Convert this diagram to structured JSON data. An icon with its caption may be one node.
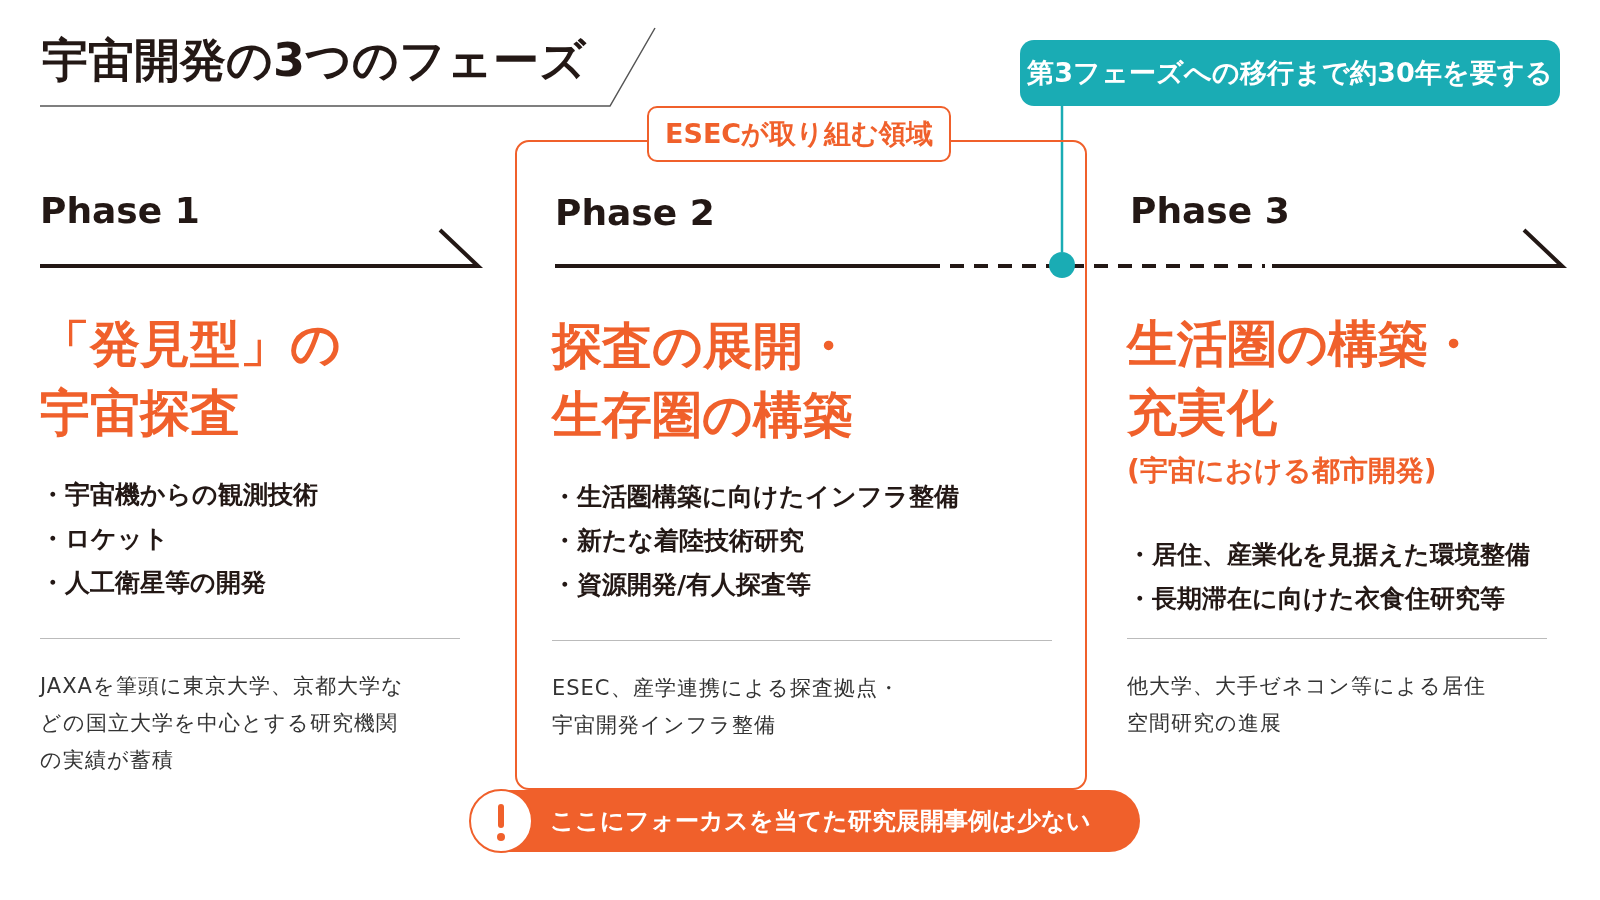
{
  "diagram": {
    "title": "宇宙開発の3つのフェーズ",
    "nodes": [
      {
        "text": [
          "「発見型」の宇宙探査",
          "・宇宙機からの観測技術",
          "・ロケット",
          "・人工衛星等の開発",
          "JAXAを筆頭に東京大学、京都大学などの国立大学を中心とする研究機関の実績が蓄積"
        ]
      },
      {
        "text": [
          "ESECが取り組む領域"
        ]
      },
      {
        "text": [
          "探査の展開・生存圏の構築",
          "・生活圏構築に向けたインフラ整備",
          "・新たな着陸技術研究",
          "・資源開発/有人探査等",
          "ESEC、産学連携による探査拠点・宇宙開発インフラ整備"
        ],
        "in": 1
      },
      {
        "text": [
          "ここにフォーカスを当てた研究展開事例は少ない"
        ]
      },
      {
        "text": [
          "生活圏の構築・充実化",
          "(宇宙における都市開発)",
          "・居住、産業化を見据えた環境整備",
          "・長期滞在に向けた衣食住研究等",
          "他大学、大手ゼネコン等による居住空間研究の進展"
        ]
      },
      {
        "text": [
          "第3フェーズへの移行まで約30年を要する"
        ]
      },
      {
        "text": [],
        "shape": "circle",
        "in": 1
      }
    ],
    "edges": [
      {
        "from": 5,
        "to": 6,
        "arrow": "none",
        "color": "#1aacb4"
      }
    ],
    "labels": [
      "Phase 1",
      "Phase 2",
      "Phase 3"
    ]
  }
}
